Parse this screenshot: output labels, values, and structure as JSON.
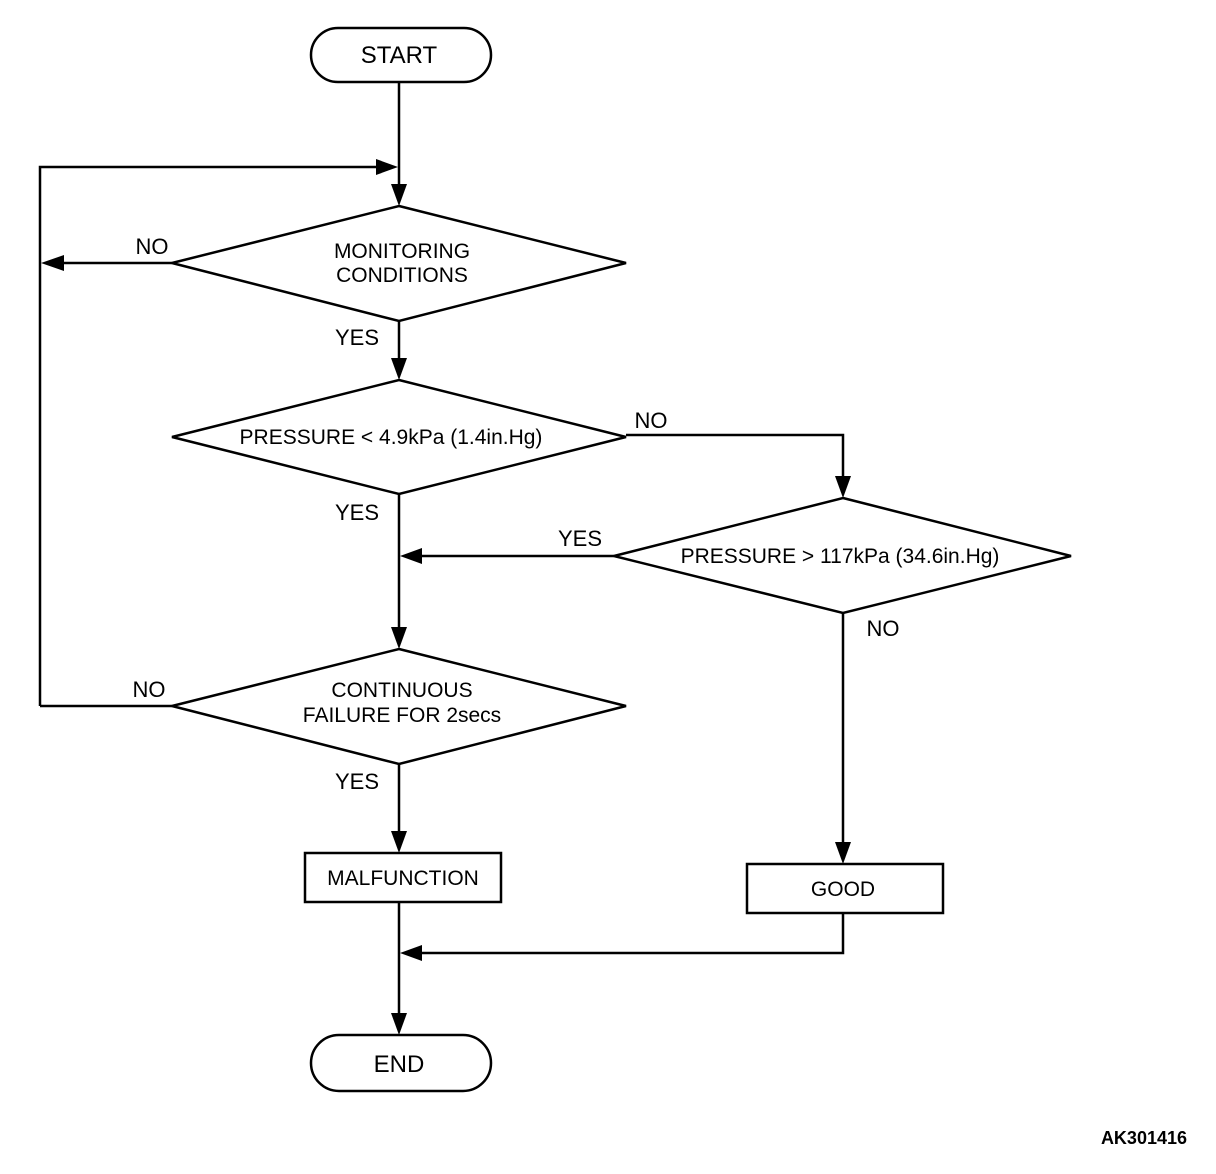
{
  "nodes": {
    "start": "START",
    "monitoring_line1": "MONITORING",
    "monitoring_line2": "CONDITIONS",
    "pressure_low": "PRESSURE < 4.9kPa (1.4in.Hg)",
    "pressure_high": "PRESSURE > 117kPa (34.6in.Hg)",
    "continuous_line1": "CONTINUOUS",
    "continuous_line2": "FAILURE FOR 2secs",
    "malfunction": "MALFUNCTION",
    "good": "GOOD",
    "end": "END"
  },
  "branches": {
    "monitoring_no": "NO",
    "monitoring_yes": "YES",
    "pressure_low_no": "NO",
    "pressure_low_yes": "YES",
    "pressure_high_yes": "YES",
    "pressure_high_no": "NO",
    "continuous_no": "NO",
    "continuous_yes": "YES"
  },
  "figure_code": "AK301416"
}
